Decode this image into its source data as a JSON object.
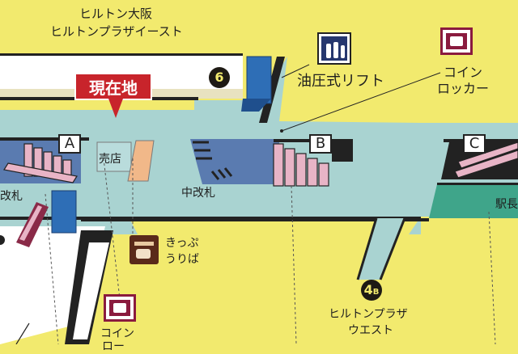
{
  "labels": {
    "hilton_osaka": "ヒルトン大阪",
    "hilton_plaza_east": "ヒルトンプラザイースト",
    "current_location": "現在地",
    "exit_6": "6",
    "hydraulic_lift": "油圧式リフト",
    "coin_locker_top_1": "コイン",
    "coin_locker_top_2": "ロッカー",
    "gate_a": "A",
    "gate_b": "B",
    "gate_c": "C",
    "shop": "売店",
    "ticket_gate_left": "改札",
    "central_ticket_gate": "中改札",
    "station_master": "駅長",
    "ticket_1": "きっぷ",
    "ticket_2": "うりば",
    "exit_4b_num": "4",
    "exit_4b_sub": "B",
    "hilton_plaza_west_1": "ヒルトンプラザ",
    "hilton_plaza_west_2": "ウエスト",
    "coin_locker_bottom_1": "コイン",
    "coin_locker_bottom_2": "ロー"
  },
  "colors": {
    "background": "#f2ea6e",
    "concourse": "#a9d3d1",
    "current_location": "#c8242b",
    "stairs": "#e8b4c6",
    "shop": "#f1b889",
    "elevator": "#2e6eb6",
    "platform_dark": "#5a7bb0",
    "locker_icon": "#8a1b3e"
  },
  "icons": [
    "elevator-icon",
    "coin-locker-icon",
    "ticket-machine-icon"
  ]
}
